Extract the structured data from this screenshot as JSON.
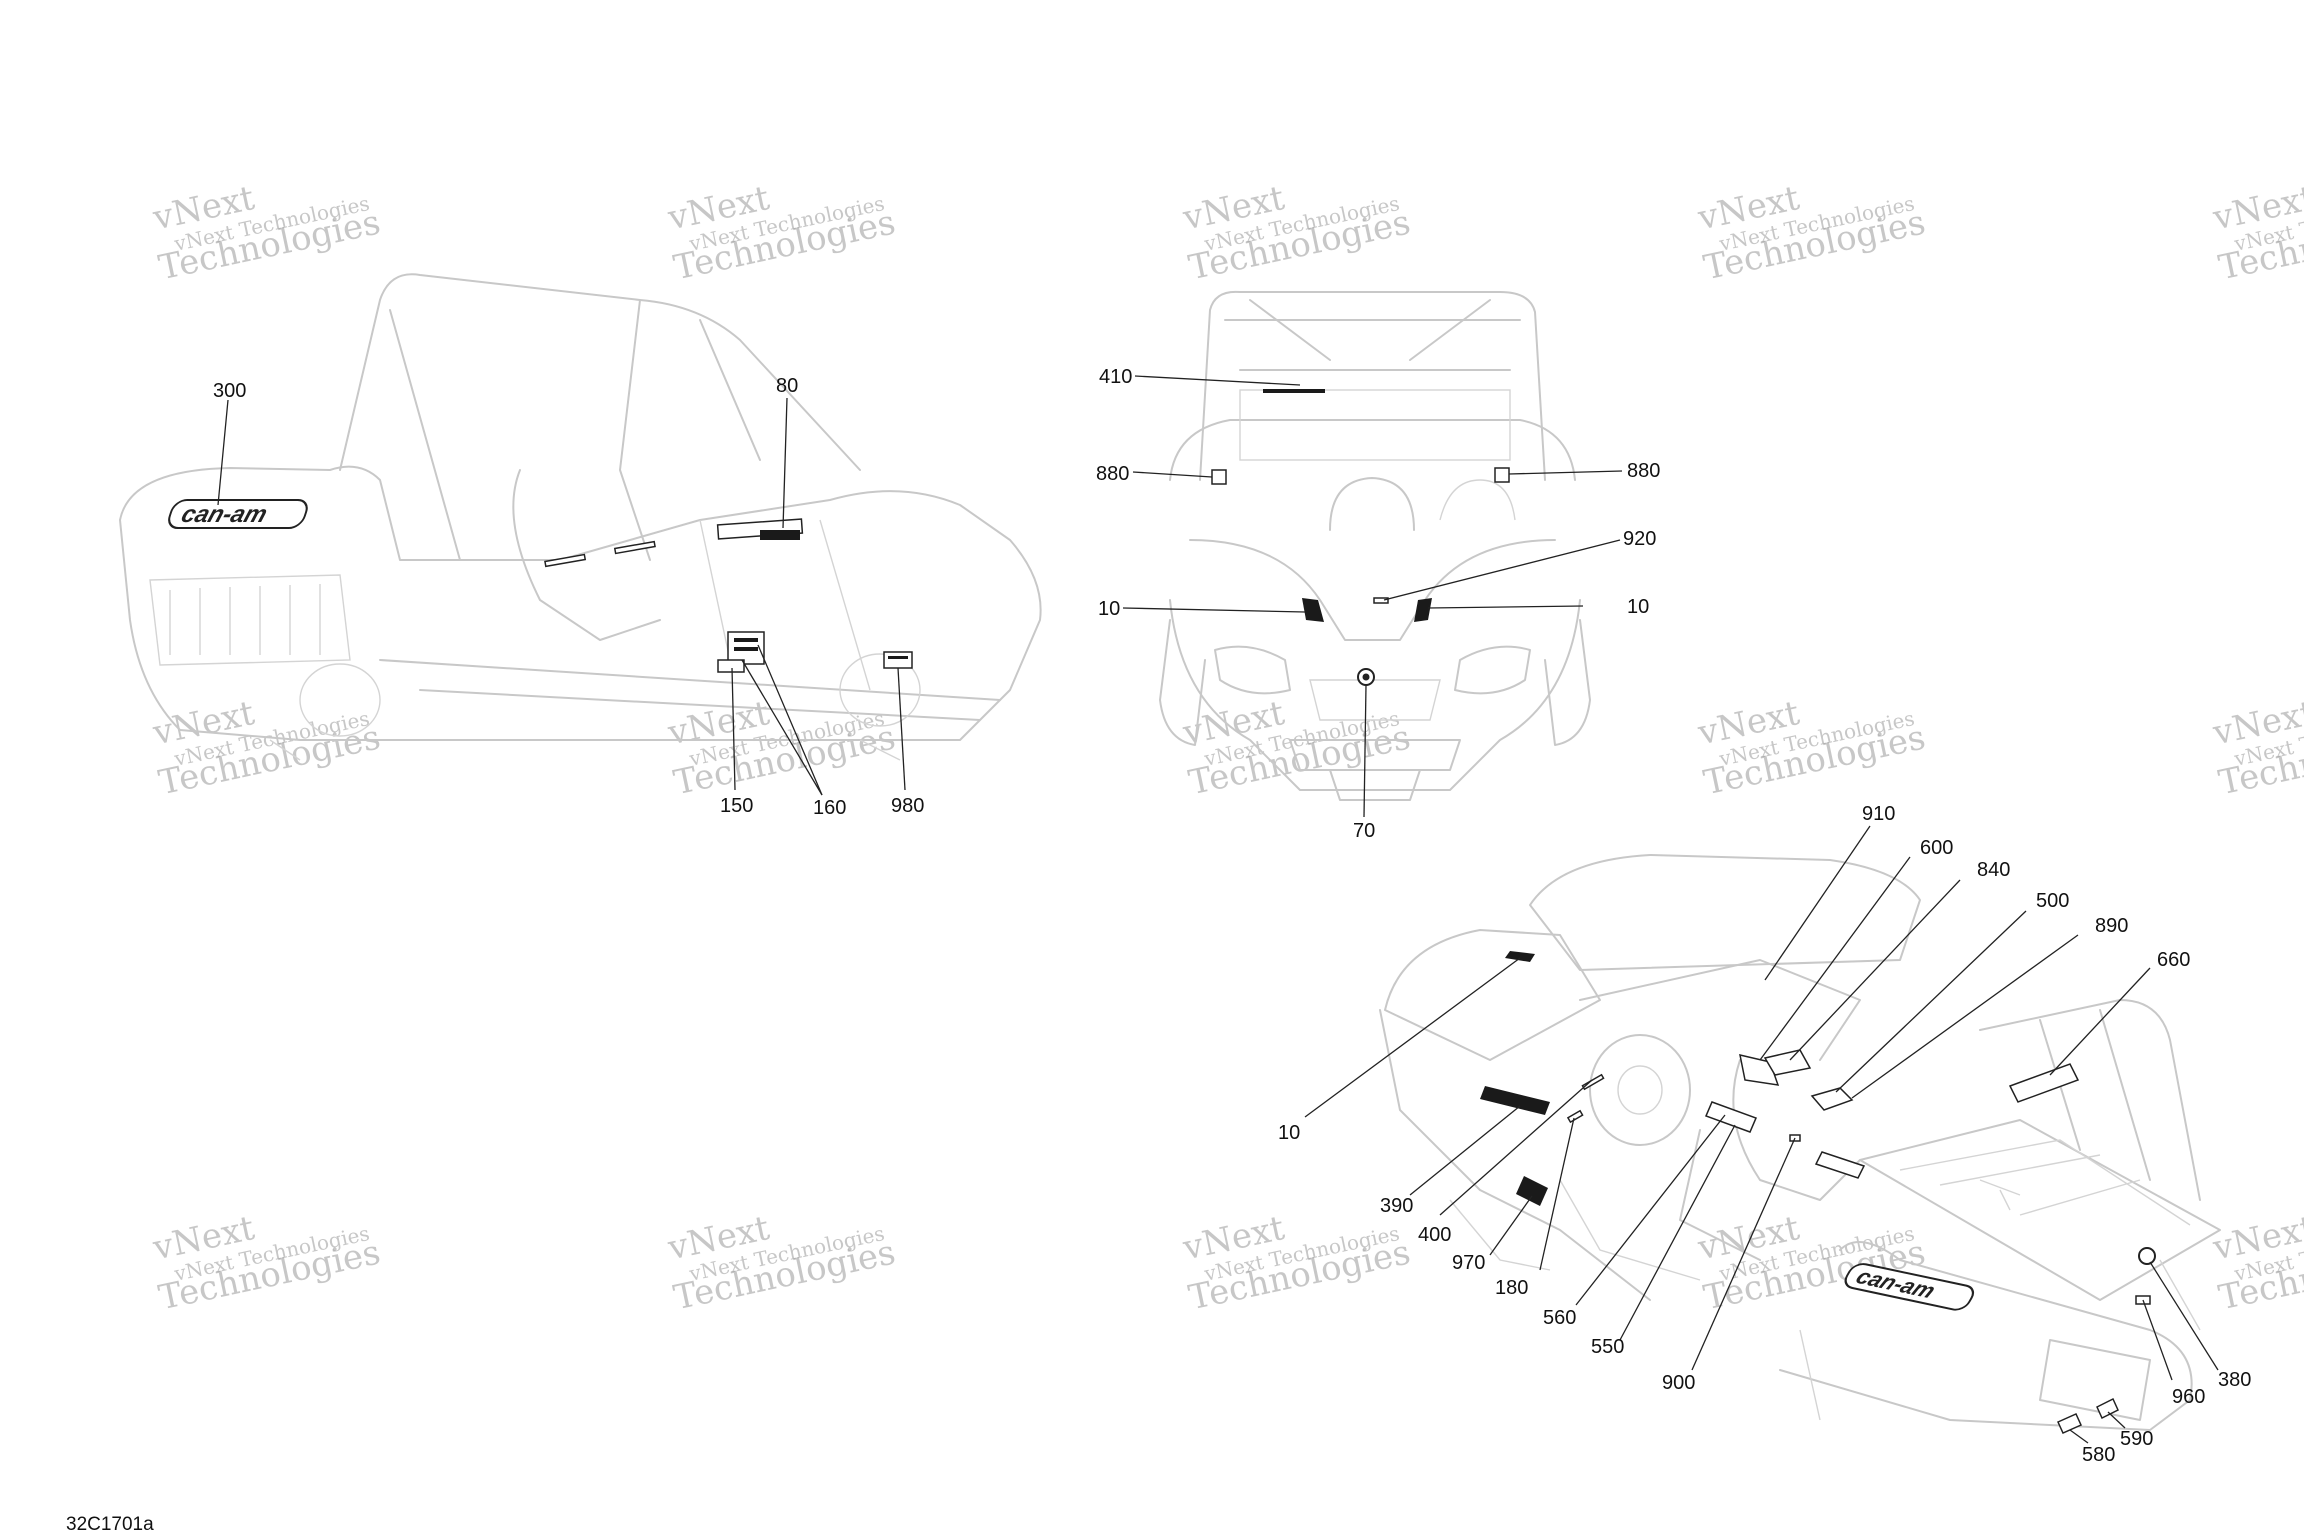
{
  "figure_id": "32C1701a",
  "watermark": {
    "line1": "vNext Technologies",
    "line2": "vNext",
    "line3": "Technologies"
  },
  "views": {
    "side": {
      "logo_text": "can-am",
      "callouts": [
        "300",
        "80",
        "150",
        "160",
        "980"
      ]
    },
    "front": {
      "callouts": [
        "410",
        "880",
        "880",
        "920",
        "10",
        "10",
        "70"
      ]
    },
    "iso": {
      "logo_text": "can-am",
      "callouts": [
        "910",
        "600",
        "840",
        "500",
        "890",
        "660",
        "10",
        "390",
        "400",
        "970",
        "180",
        "560",
        "550",
        "900",
        "960",
        "380",
        "590",
        "580"
      ]
    }
  }
}
